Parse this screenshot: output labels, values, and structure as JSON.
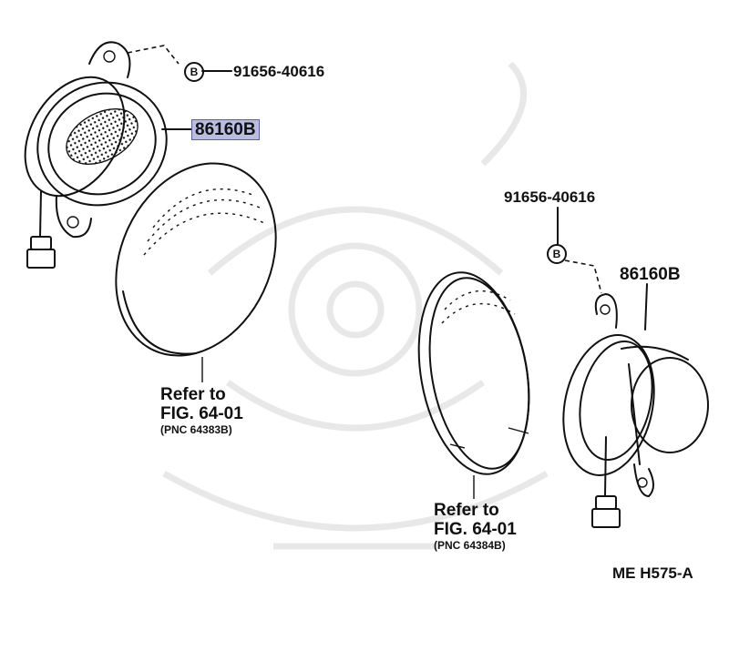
{
  "parts": {
    "bolt_top": "91656-40616",
    "speaker_left": "86160B",
    "bolt_right": "91656-40616",
    "speaker_right": "86160B"
  },
  "bolt_marker": "B",
  "grille_left": {
    "refer": "Refer to",
    "fig": "FIG. 64-01",
    "pnc": "(PNC 64383B)"
  },
  "grille_right": {
    "refer": "Refer to",
    "fig": "FIG. 64-01",
    "pnc": "(PNC 64384B)"
  },
  "diagram_code": "ME  H575-A",
  "colors": {
    "highlight": "#b9bde0",
    "line": "#111111",
    "watermark": "#e8e8e8"
  }
}
